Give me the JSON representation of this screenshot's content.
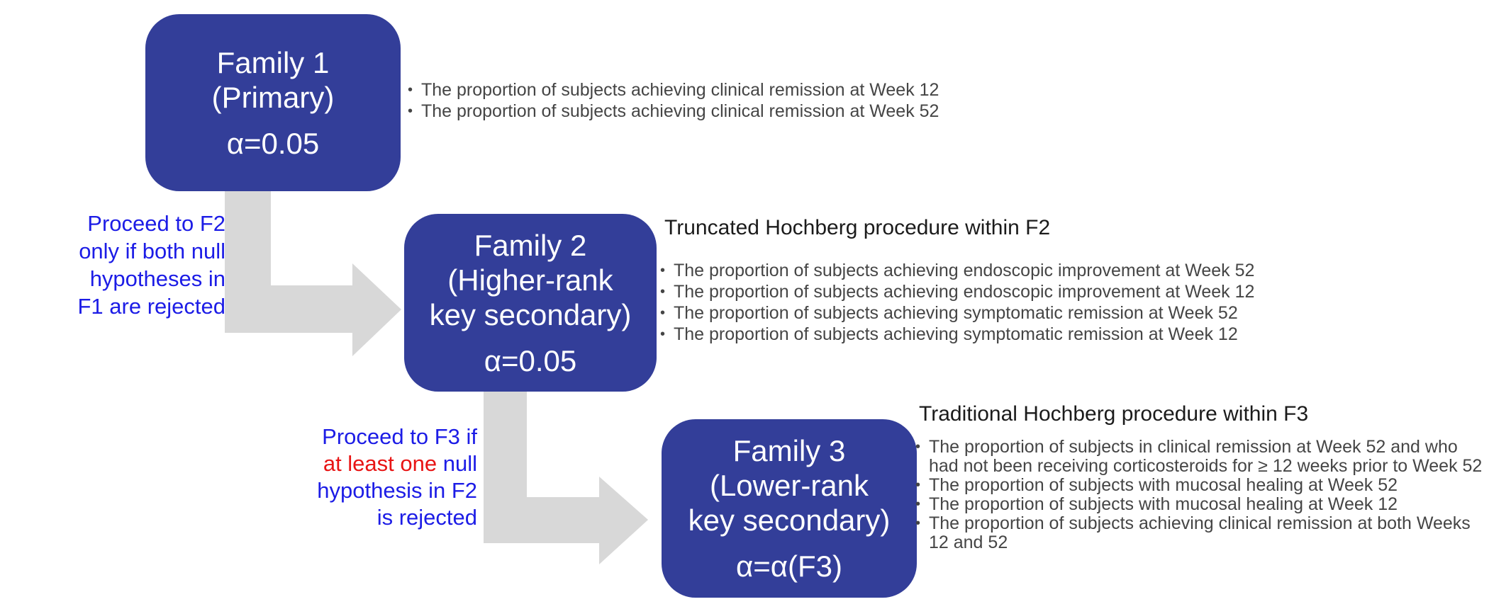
{
  "colors": {
    "box_blue": "#333E99",
    "arrow_gray": "#D8D8D8",
    "annotation_blue": "#1C1CE6",
    "annotation_red": "#E81414",
    "heading_color": "#1B1B1B",
    "bullet_color": "#454545",
    "box_text": "#FFFFFF",
    "background": "#FFFFFF"
  },
  "families": [
    {
      "title": "Family 1",
      "subtitle_lines": [
        "(Primary)"
      ],
      "alpha": "α=0.05"
    },
    {
      "title": "Family 2",
      "subtitle_lines": [
        "(Higher-rank",
        "key secondary)"
      ],
      "alpha": "α=0.05"
    },
    {
      "title": "Family 3",
      "subtitle_lines": [
        "(Lower-rank",
        "key secondary)"
      ],
      "alpha": "α=α(F3)"
    }
  ],
  "procedure_headings": {
    "f2": "Truncated Hochberg procedure within F2",
    "f3": "Traditional Hochberg procedure within F3"
  },
  "endpoint_lists": {
    "f1": [
      "The proportion of subjects achieving clinical remission at Week 12",
      "The proportion of subjects achieving clinical remission at Week 52"
    ],
    "f2": [
      "The proportion of subjects achieving endoscopic improvement at Week 52",
      "The proportion of subjects achieving endoscopic improvement at Week 12",
      "The proportion of subjects achieving symptomatic remission at Week 52",
      "The proportion of subjects achieving symptomatic remission at Week 12"
    ],
    "f3": [
      "The proportion of subjects in clinical remission at Week 52 and who had not been receiving corticosteroids for ≥ 12 weeks prior to Week 52",
      "The proportion of subjects with mucosal healing at Week 52",
      "The proportion of subjects with mucosal healing at Week 12",
      "The proportion of subjects achieving clinical remission at both Weeks 12 and 52"
    ]
  },
  "annotations": {
    "f1_to_f2": {
      "lines": [
        "Proceed to F2",
        "only if both null",
        "hypotheses in",
        "F1 are rejected"
      ]
    },
    "f2_to_f3": {
      "line1": "Proceed to F3 if",
      "line2_red": "at least one",
      "line2_rest": " null",
      "line3": "hypothesis in F2",
      "line4": "is rejected"
    }
  }
}
